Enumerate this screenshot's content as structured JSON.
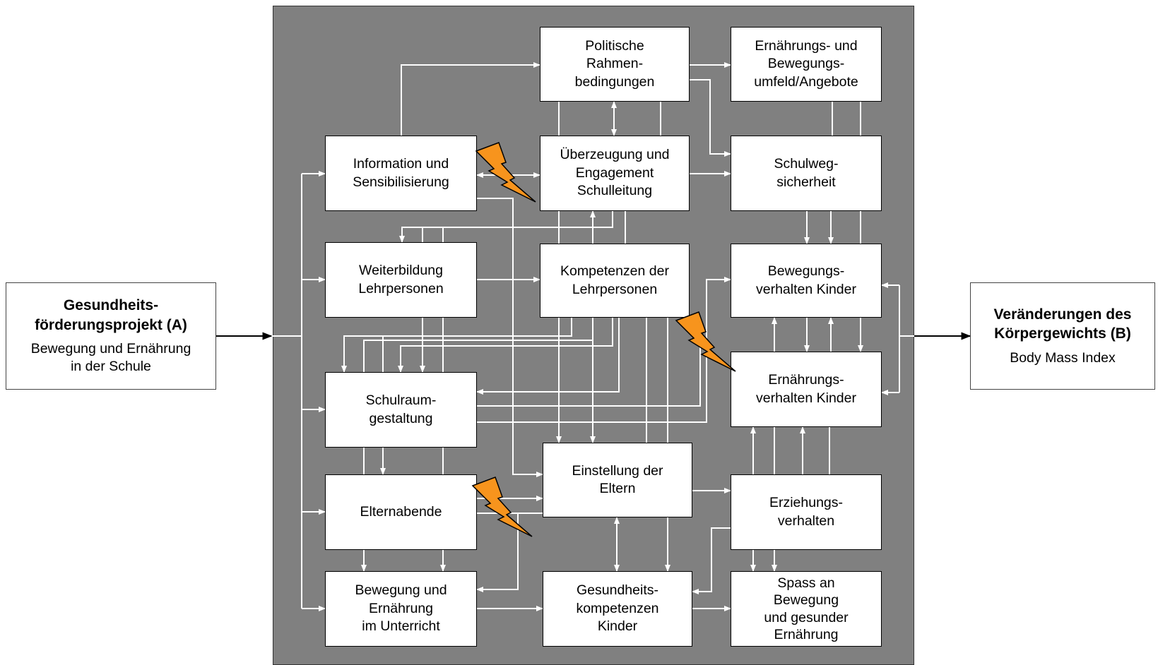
{
  "left_input": {
    "title_lines": [
      "Gesundheits-",
      "förderungsprojekt (A)"
    ],
    "sub_lines": [
      "Bewegung und Ernährung",
      "in der Schule"
    ]
  },
  "right_output": {
    "title_lines": [
      "Veränderungen des",
      "Körpergewichts (B)"
    ],
    "sub_lines": [
      "Body Mass Index"
    ]
  },
  "boxes": {
    "politische": [
      "Politische",
      "Rahmen-",
      "bedingungen"
    ],
    "umfeld": [
      "Ernährungs- und",
      "Bewegungs-",
      "umfeld/Angebote"
    ],
    "information": [
      "Information und",
      "Sensibilisierung"
    ],
    "ueberzeugung": [
      "Überzeugung und",
      "Engagement",
      "Schulleitung"
    ],
    "schulweg": [
      "Schulweg-",
      "sicherheit"
    ],
    "weiterbildung": [
      "Weiterbildung",
      "Lehrpersonen"
    ],
    "kompetenzen_lp": [
      "Kompetenzen der",
      "Lehrpersonen"
    ],
    "bewegungsverhalten": [
      "Bewegungs-",
      "verhalten Kinder"
    ],
    "ernaehrungsverhalten": [
      "Ernährungs-",
      "verhalten Kinder"
    ],
    "schulraum": [
      "Schulraum-",
      "gestaltung"
    ],
    "einstellung": [
      "Einstellung der",
      "Eltern"
    ],
    "elternabende": [
      "Elternabende"
    ],
    "erziehung": [
      "Erziehungs-",
      "verhalten"
    ],
    "unterricht": [
      "Bewegung und",
      "Ernährung",
      "im Unterricht"
    ],
    "gesundheitskompetenzen": [
      "Gesundheits-",
      "kompetenzen",
      "Kinder"
    ],
    "spass": [
      "Spass an",
      "Bewegung",
      "und gesunder",
      "Ernährung"
    ]
  },
  "colors": {
    "panel": "#808080",
    "wire": "#ffffff",
    "bolt_fill": "#f7941d",
    "bolt_stroke": "#000000"
  }
}
